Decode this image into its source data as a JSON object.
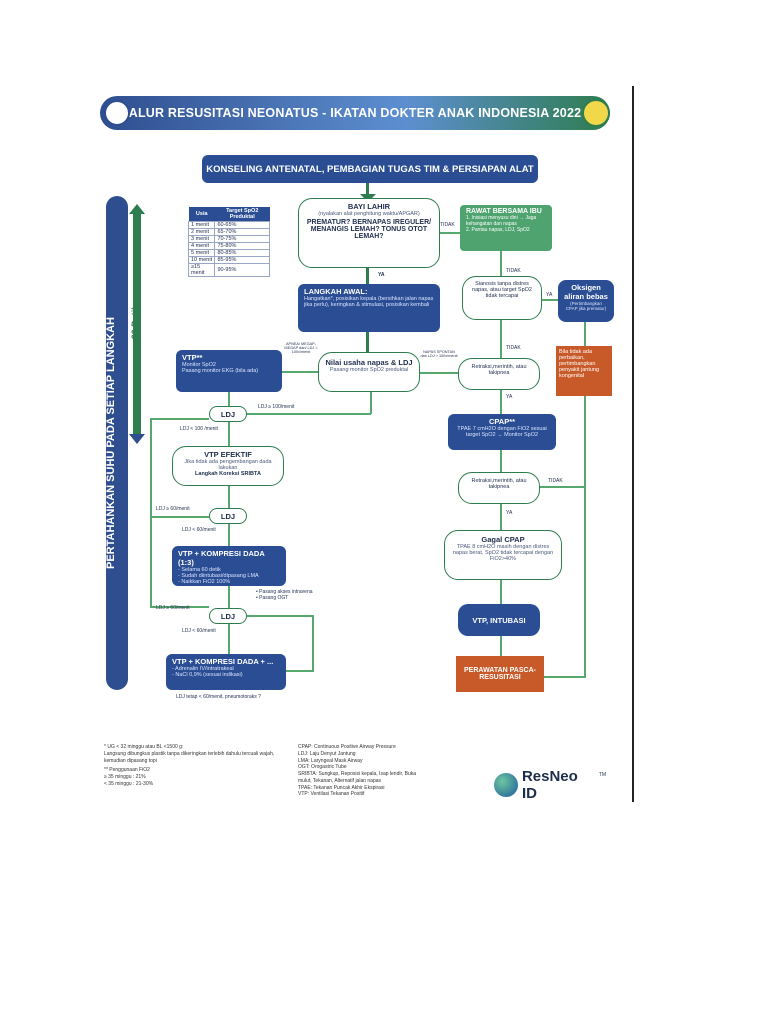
{
  "title": "ALUR RESUSITASI NEONATUS - IKATAN DOKTER ANAK INDONESIA 2022",
  "top_step": "KONSELING ANTENATAL, PEMBAGIAN TUGAS TIM & PERSIAPAN ALAT",
  "sidebar_label": "PERTAHANKAN SUHU PADA SETIAP LANGKAH",
  "time_label": "60 Detik",
  "spo2_table": {
    "headers": [
      "Usia",
      "Target SpO2 Preduktal"
    ],
    "rows": [
      [
        "1 menit",
        "60-65%"
      ],
      [
        "2 menit",
        "65-70%"
      ],
      [
        "3 menit",
        "70-75%"
      ],
      [
        "4 menit",
        "75-80%"
      ],
      [
        "5 menit",
        "80-85%"
      ],
      [
        "10 menit",
        "85-95%"
      ],
      [
        "≥15 menit",
        "90-95%"
      ]
    ]
  },
  "nodes": {
    "bayi_lahir": {
      "title": "BAYI LAHIR",
      "sub": "(nyalakan alat penghitung waktu/APGAR)",
      "q": "PREMATUR? BERNAPAS IREGULER/ MENANGIS LEMAH? TONUS OTOT LEMAH?"
    },
    "rawat_bersama": {
      "title": "RAWAT BERSAMA IBU",
      "items": [
        "1. Inisiasi menyusu dini → Jaga kehangatan dan napas",
        "2. Pantau napas, LDJ, SpO2"
      ]
    },
    "langkah_awal": {
      "title": "LANGKAH AWAL:",
      "sub": "Hangatkan*, posisikan kepala (bersihkan jalan napas jika perlu), keringkan & stimulasi, posisikan kembali"
    },
    "sianosis": {
      "text": "Sianosis tanpa distres napas, atau target SpO2 tidak tercapai"
    },
    "oksigen": {
      "title": "Oksigen aliran bebas",
      "sub": "(Pertimbangkan CPAP jika prematur)"
    },
    "jantung": {
      "text": "Bila tidak ada perbaikan, pertimbangkan penyakit jantung kongenital"
    },
    "vtp": {
      "title": "VTP**",
      "items": [
        "Monitor SpO2",
        "Pasang monitor EKG (bila ada)"
      ]
    },
    "nilai": {
      "title": "Nilai usaha napas & LDJ",
      "sub": "Pasang monitor SpO2 preduktal"
    },
    "retraksi1": {
      "text": "Retraksi,merintih, atau takipnea"
    },
    "cpap": {
      "title": "CPAP**",
      "sub": "TPAE 7 cmH2O dengan FiO2 sesuai target SpO2 → Monitor SpO2"
    },
    "retraksi2": {
      "text": "Retraksi,merintih, atau takipnea"
    },
    "gagal_cpap": {
      "title": "Gagal CPAP",
      "sub": "TPAE 8 cmH2O masih dengan distres napas berat, SpO2 tidak tercapai dengan FiO2>40%"
    },
    "vtp_intubasi": {
      "title": "VTP, INTUBASI"
    },
    "perawatan": {
      "title": "PERAWATAN PASCA-RESUSITASI"
    },
    "ldj1": {
      "title": "LDJ"
    },
    "vtp_efektif": {
      "title": "VTP EFEKTIF",
      "sub": "Jika tidak ada pengembangan dada lakukan",
      "strong": "Langkah Koreksi SRIBTA"
    },
    "ldj2": {
      "title": "LDJ"
    },
    "vtp_kompresi": {
      "title": "VTP + KOMPRESI DADA (1:3)",
      "items": [
        "- Selama 60 detik",
        "- Sudah diintubasi/dipasang LMA",
        "- Naikkan FiO2 100%"
      ]
    },
    "kateter": {
      "items": [
        "• Pasang akses intravena",
        "• Pasang OGT"
      ]
    },
    "ldj3": {
      "title": "LDJ"
    },
    "vtp_kompresi2": {
      "title": "VTP + KOMPRESI DADA + ...",
      "items": [
        "- Adrenalin IV/intratrakeal",
        "- NaCl 0,9% (sesuai indikasi)"
      ]
    }
  },
  "edge_labels": {
    "ya": "YA",
    "tidak": "TIDAK",
    "apnea": "APNEA/ MEGAP-MEGAP dan/ LDJ < 100x/menit",
    "napas_spontan": "NAPAS SPONTAN dan LDJ > 100x/menit",
    "ldj_ge100": "LDJ ≥ 100/menit",
    "ldj_lt100": "LDJ < 100 /menit",
    "ldj_ge60": "LDJ ≥ 60/menit",
    "ldj_lt60": "LDJ < 60/menit",
    "ldj_ge60b": "LDJ ≥ 60/menit",
    "ldj_lt60b": "LDJ < 60/menit",
    "tetap": "LDJ tetap < 60/menit, pneumotoraks ?"
  },
  "notes_left": [
    "* UG < 32 minggu atau BL <1500 g:",
    "Langsung dibungkus plastik tanpa dikeringkan terlebih dahulu tercuali wajah, kemudian dipasang topi",
    "** Penggunaan FiO2",
    "≥ 35 minggu : 21%",
    "< 35 minggu : 21-30%"
  ],
  "notes_right": [
    "CPAP: Continuous Positive Airway Pressure",
    "LDJ: Laju Denyut Jantung",
    "LMA: Laryngeal Mask Airway",
    "OGT: Orogastric Tube",
    "SRIBTA: Sungkup, Reposisi kepala, Isap lendir, Buka mulut, Tekanan, Alternatif jalan napas",
    "TPAE: Tekanan Puncak Akhir Ekspirasi",
    "VTP: Ventilasi Tekanan Positif"
  ],
  "brand": "ResNeo ID",
  "tm": "TM",
  "colors": {
    "primary_blue": "#2a4d94",
    "green": "#2e7d4f",
    "orange": "#c85a2a"
  }
}
